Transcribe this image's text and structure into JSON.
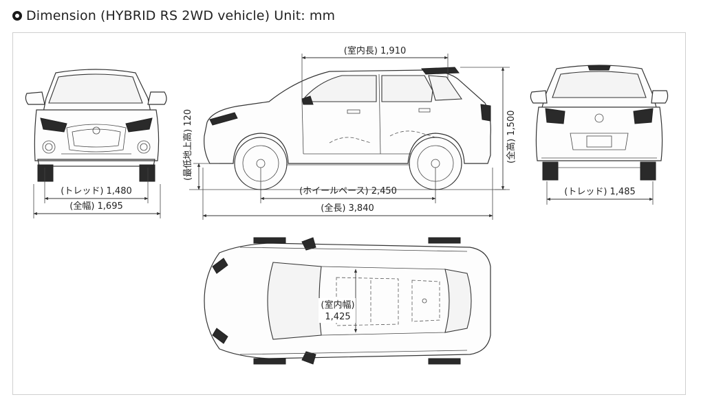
{
  "header": {
    "title": "Dimension (HYBRID RS 2WD vehicle) Unit: mm"
  },
  "dimensions": {
    "tread_front": "(トレッド) 1,480",
    "overall_width": "(全幅) 1,695",
    "interior_length": "(室内長) 1,910",
    "ground_clearance": "(最低地上高) 120",
    "wheelbase": "(ホイールベース) 2,450",
    "overall_length": "(全長) 3,840",
    "overall_height": "(全高) 1,500",
    "tread_rear": "(トレッド) 1,485",
    "interior_width_label": "(室内幅)",
    "interior_width_value": "1,425"
  },
  "colors": {
    "line": "#333333",
    "frame_border": "#cfcfcf",
    "background": "#ffffff"
  }
}
